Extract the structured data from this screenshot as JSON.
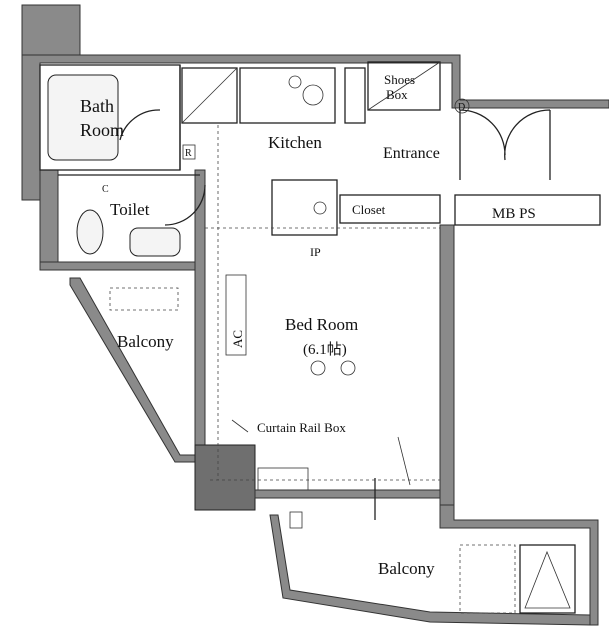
{
  "title": "Floor Plan",
  "rooms": {
    "bath": [
      "Bath",
      "Room"
    ],
    "kitchen": "Kitchen",
    "shoes_box": [
      "Shoes",
      "Box"
    ],
    "entrance": "Entrance",
    "toilet": "Toilet",
    "closet": "Closet",
    "mb_ps": "MB PS",
    "balcony_left": "Balcony",
    "bedroom": "Bed Room",
    "bedroom_size": "(6.1帖)",
    "curtain_rail_box": "Curtain Rail Box",
    "balcony_bottom": "Balcony"
  },
  "symbols": {
    "ac": "AC",
    "ip": "IP",
    "door": "D",
    "refrigerator": "R",
    "c": "C"
  },
  "colors": {
    "wall": "#8a8a8a",
    "pillar": "#6f6f6f",
    "ink": "#111111"
  }
}
